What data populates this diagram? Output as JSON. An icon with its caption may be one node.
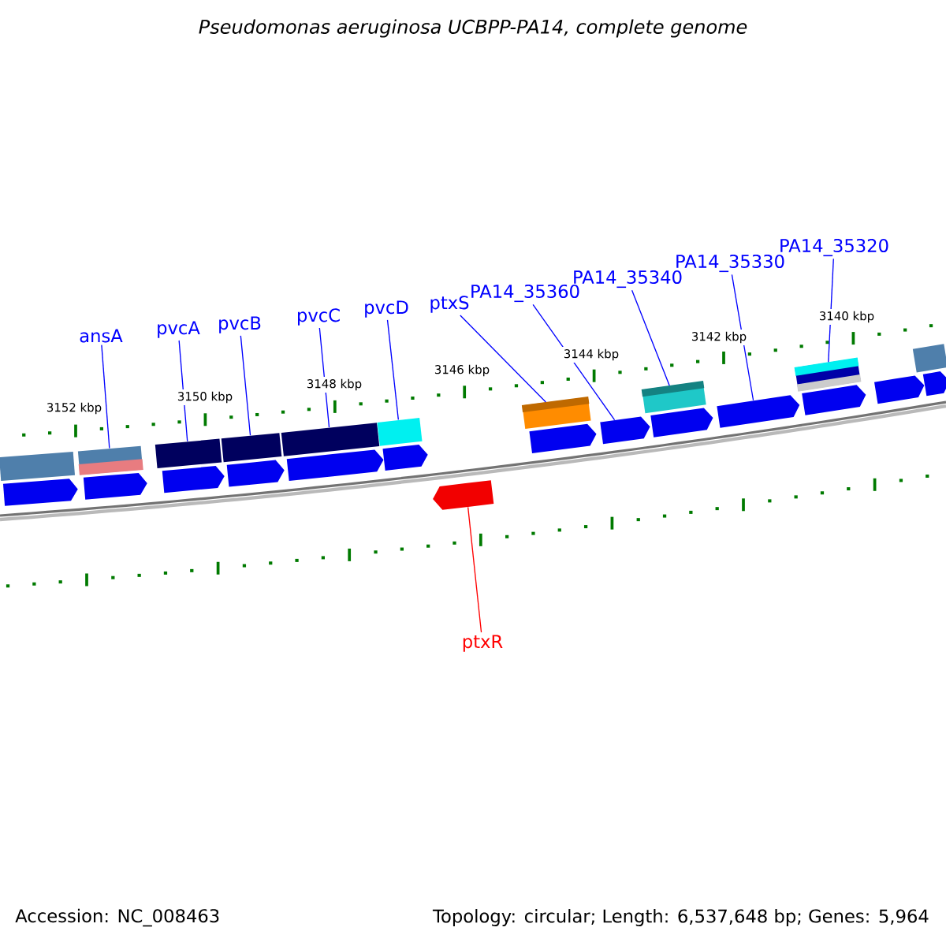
{
  "diagram": {
    "title": "Pseudomonas aeruginosa UCBPP-PA14, complete genome",
    "nodes": [
      {
        "text": [
          "ansA"
        ]
      },
      {
        "text": [
          "pvcA"
        ]
      },
      {
        "text": [
          "pvcB"
        ]
      },
      {
        "text": [
          "pvcC"
        ]
      },
      {
        "text": [
          "pvcD"
        ]
      },
      {
        "text": [
          "ptxS"
        ]
      },
      {
        "text": [
          "PA14_35360"
        ]
      },
      {
        "text": [
          "PA14_35340"
        ]
      },
      {
        "text": [
          "PA14_35330"
        ]
      },
      {
        "text": [
          "PA14_35320"
        ]
      },
      {
        "text": [
          "ptxR"
        ]
      },
      {
        "text": [],
        "shape": "bar"
      },
      {
        "text": [],
        "shape": "pentagon"
      },
      {
        "text": [],
        "shape": "bar"
      },
      {
        "text": [],
        "shape": "pentagon"
      },
      {
        "text": [],
        "shape": "bar"
      },
      {
        "text": [],
        "shape": "pentagon"
      },
      {
        "text": [],
        "shape": "bar"
      },
      {
        "text": [],
        "shape": "pentagon"
      },
      {
        "text": [],
        "shape": "bar"
      },
      {
        "text": [],
        "shape": "pentagon"
      },
      {
        "text": [],
        "shape": "bar"
      },
      {
        "text": [],
        "shape": "pentagon"
      },
      {
        "text": [],
        "shape": "pentagon"
      },
      {
        "text": [],
        "shape": "bar"
      },
      {
        "text": [],
        "shape": "pentagon"
      },
      {
        "text": [],
        "shape": "pentagon"
      },
      {
        "text": [],
        "shape": "bar"
      },
      {
        "text": [],
        "shape": "pentagon"
      },
      {
        "text": [],
        "shape": "pentagon"
      },
      {
        "text": [],
        "shape": "bar"
      },
      {
        "text": [],
        "shape": "pentagon"
      },
      {
        "text": [],
        "shape": "pentagon"
      },
      {
        "text": [],
        "shape": "bar"
      },
      {
        "text": [],
        "shape": "pentagon"
      }
    ],
    "edges": [
      {
        "from": 0,
        "to": 13,
        "arrow": "none"
      },
      {
        "from": 1,
        "to": 15,
        "arrow": "none"
      },
      {
        "from": 2,
        "to": 17,
        "arrow": "none"
      },
      {
        "from": 3,
        "to": 19,
        "arrow": "none"
      },
      {
        "from": 4,
        "to": 21,
        "arrow": "none"
      },
      {
        "from": 5,
        "to": 24,
        "arrow": "none"
      },
      {
        "from": 6,
        "to": 26,
        "arrow": "none"
      },
      {
        "from": 7,
        "to": 27,
        "arrow": "none"
      },
      {
        "from": 8,
        "to": 29,
        "arrow": "none"
      },
      {
        "from": 9,
        "to": 30,
        "arrow": "none"
      },
      {
        "from": 10,
        "to": 23,
        "arrow": "none",
        "color": "#ff0000"
      }
    ],
    "labels": [
      "3152 kbp",
      "3150 kbp",
      "3148 kbp",
      "3146 kbp",
      "3144 kbp",
      "3142 kbp",
      "3140 kbp",
      "Accession: NC_008463",
      "Topology: circular; Length: 6,537,648 bp; Genes: 5,964"
    ]
  }
}
